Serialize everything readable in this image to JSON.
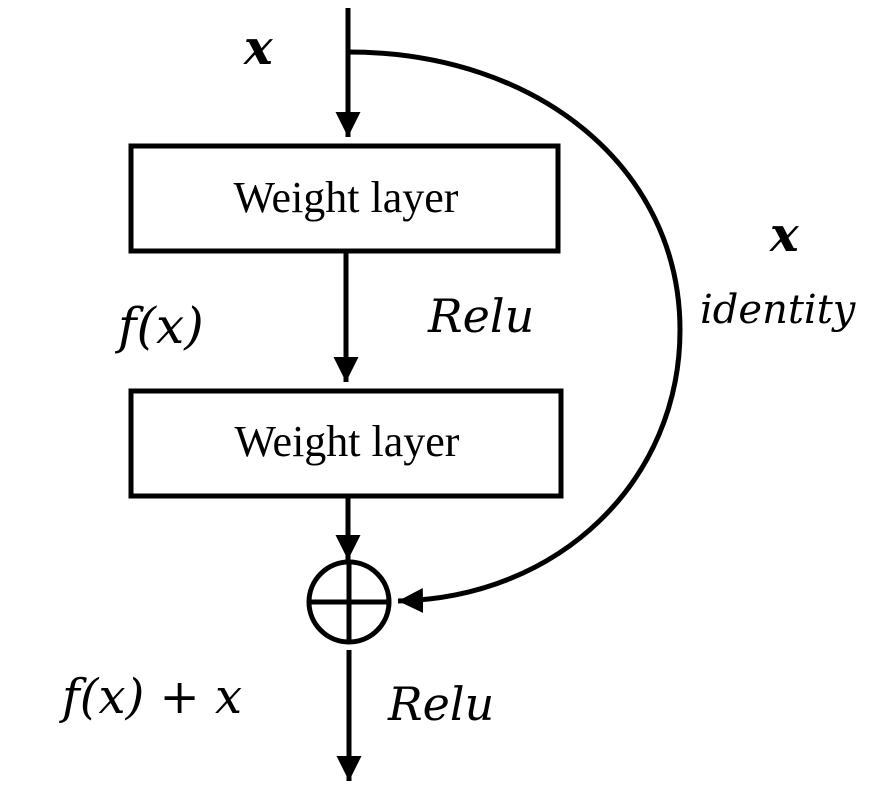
{
  "diagram": {
    "input_label": "x",
    "layers": [
      {
        "label": "Weight layer"
      },
      {
        "label": "Weight layer"
      }
    ],
    "fx_label": "f(x)",
    "relu_label_1": "Relu",
    "shortcut_x_label": "x",
    "shortcut_identity_label": "identity",
    "sum_label": "f(x) + x",
    "relu_label_2": "Relu",
    "colors": {
      "stroke": "#000000",
      "background": "#ffffff"
    }
  }
}
